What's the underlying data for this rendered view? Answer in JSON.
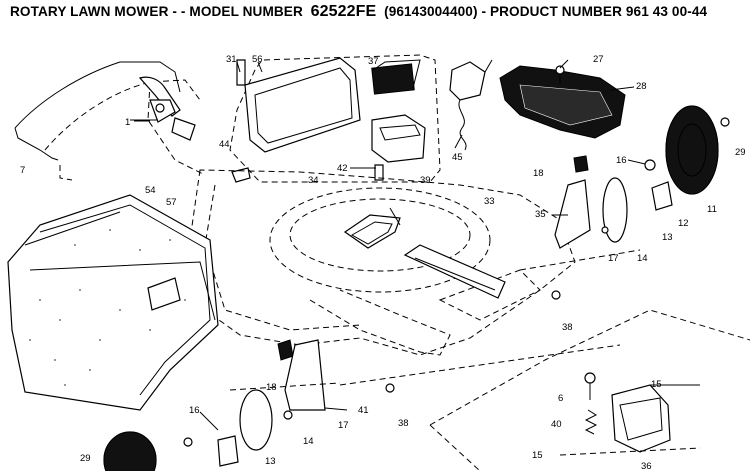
{
  "title": {
    "prefix": "ROTARY LAWN MOWER - - MODEL NUMBER",
    "model": "62522FE",
    "suffix": "(96143004400) - PRODUCT NUMBER 961 43 00-44"
  },
  "callouts": {
    "c1": "1",
    "c7": "7",
    "c31": "31",
    "c56": "56",
    "c37": "37",
    "c27": "27",
    "c28": "28",
    "c44": "44",
    "c42": "42",
    "c39": "39",
    "c34": "34",
    "c45": "45",
    "c16a": "16",
    "c29a": "29",
    "c18a": "18",
    "c11": "11",
    "c12": "12",
    "c33": "33",
    "c35": "35",
    "c13a": "13",
    "c17a": "17",
    "c14a": "14",
    "c54": "54",
    "c57": "57",
    "c38a": "38",
    "c18b": "18",
    "c41": "41",
    "c38b": "38",
    "c16b": "16",
    "c17b": "17",
    "c14b": "14",
    "c29b": "29",
    "c13b": "13",
    "c6": "6",
    "c15a": "15",
    "c40": "40",
    "c15b": "15",
    "c36": "36"
  }
}
